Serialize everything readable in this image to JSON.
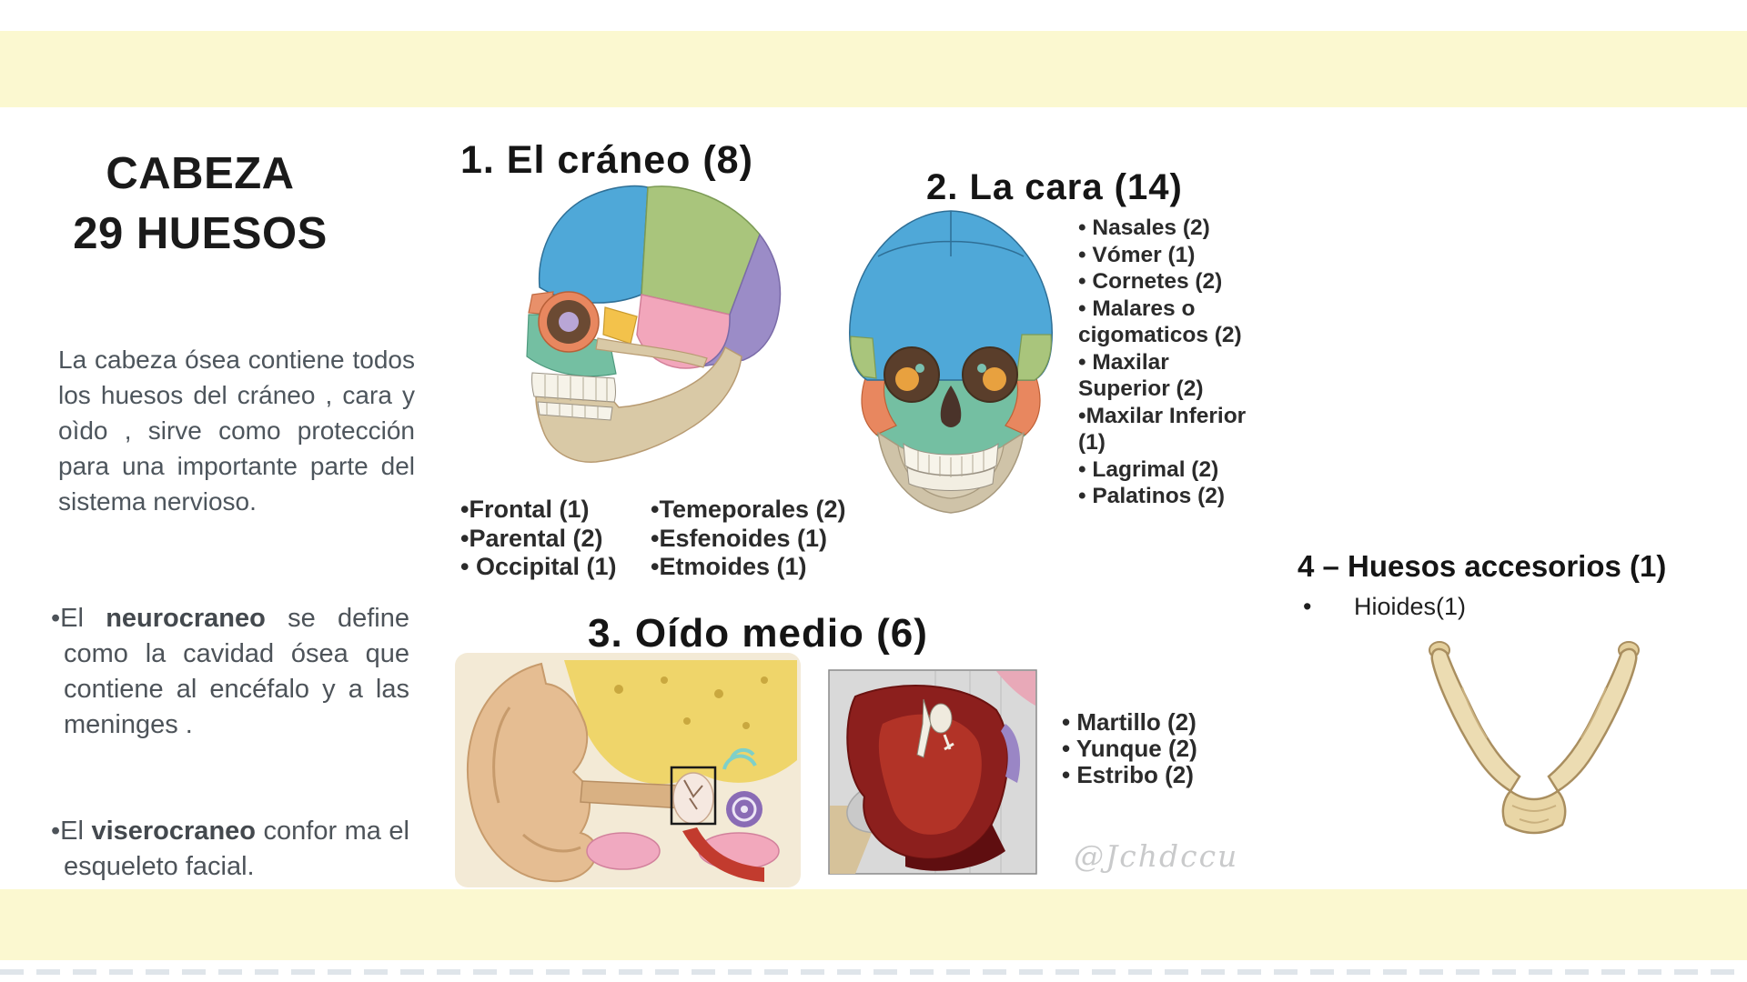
{
  "page": {
    "kind": "anatomy slide",
    "colors": {
      "band": "#FBF8D0",
      "title_text": "#1A1A1A",
      "body_text": "#4D555C",
      "list_text": "#2B2B2B",
      "watermark": "#C9CACB",
      "skull_blue": "#4FA8D8",
      "skull_green": "#A9C57C",
      "skull_pink": "#F2A6BB",
      "skull_purple": "#9B8CC7",
      "skull_yellow": "#F3C24B",
      "skull_orange": "#E8875F",
      "skull_teal": "#74BFA2",
      "bone_tan": "#D9C9A6"
    }
  },
  "left_panel": {
    "title_line1": "CABEZA",
    "title_line2": "29 HUESOS",
    "intro": "La cabeza ósea contiene todos los huesos del cráneo , cara y oìdo , sirve como protección para una importante parte del sistema nervioso.",
    "bullet1": {
      "lead": "•El ",
      "term": "neurocraneo",
      "rest": " se define como la cavidad ósea que contiene al encéfalo y a las meninges ."
    },
    "bullet2": {
      "lead": "•El ",
      "term": "viserocraneo",
      "rest": " confor ma el esqueleto facial."
    }
  },
  "cranium_section": {
    "heading": "1. El cráneo (8)",
    "bones_col1": [
      "•Frontal (1)",
      "•Parental (2)",
      "• Occipital (1)"
    ],
    "bones_col2": [
      "•Temeporales (2)",
      "•Esfenoides (1)",
      "•Etmoides (1)"
    ]
  },
  "face_section": {
    "heading": "2. La cara (14)",
    "bones": [
      "• Nasales (2)",
      "• Vómer (1)",
      "• Cornetes (2)",
      "• Malares o cigomaticos (2)",
      "• Maxilar Superior (2)",
      "•Maxilar Inferior (1)",
      "• Lagrimal (2)",
      "• Palatinos (2)"
    ]
  },
  "ear_section": {
    "heading": "3. Oído medio (6)",
    "bones": [
      "• Martillo (2)",
      "• Yunque (2)",
      "• Estribo (2)"
    ],
    "watermark": "@Jchdccu"
  },
  "accessory_section": {
    "heading": "4 – Huesos accesorios (1)",
    "bullet": "•",
    "item": "Hioides(1)"
  }
}
